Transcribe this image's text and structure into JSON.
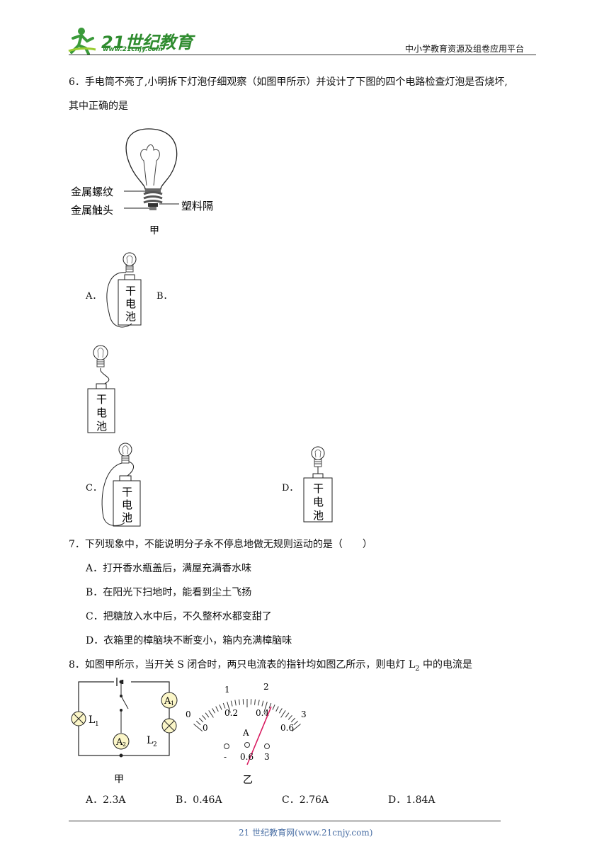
{
  "header": {
    "logo_text": "21世纪教育",
    "logo_url": "www.21cnjy.com",
    "platform": "中小学教育资源及组卷应用平台"
  },
  "q6": {
    "line1": "6．手电筒不亮了,小明拆下灯泡仔细观察（如图甲所示）并设计了下图的四个电路检查灯泡是否烧坏,",
    "line2": "其中正确的是",
    "figure": {
      "label_screw": "金属螺纹",
      "label_tip": "金属触头",
      "label_plastic": "塑料隔",
      "caption": "甲"
    },
    "battery_text": [
      "干",
      "电",
      "池"
    ],
    "options": {
      "A": "A．",
      "B": "B．",
      "C": "C．",
      "D": "D．"
    }
  },
  "q7": {
    "stem": "7．下列现象中，不能说明分子永不停息地做无规则运动的是（　　）",
    "options": [
      "A．打开香水瓶盖后，满屋充满香水味",
      "B．在阳光下扫地时，能看到尘土飞扬",
      "C．把糖放入水中后，不久整杯水都变甜了",
      "D．衣箱里的樟脑块不断变小，箱内充满樟脑味"
    ]
  },
  "q8": {
    "stem_a": "8．如图甲所示，当开关 S 闭合时，两只电流表的指针均如图乙所示，则电灯 L",
    "stem_sub": "2",
    "stem_b": " 中的电流是",
    "circuit": {
      "L1": "L",
      "L1_sub": "1",
      "L2": "L",
      "L2_sub": "2",
      "A1": "A",
      "A1_sub": "1",
      "A2": "A",
      "A2_sub": "2",
      "caption": "甲"
    },
    "meter": {
      "top_labels": [
        "0",
        "1",
        "2",
        "3"
      ],
      "bottom_labels": [
        "0",
        "0.2",
        "0.4",
        "0.6"
      ],
      "unit": "A",
      "terminals": [
        "-",
        "0.6",
        "3"
      ],
      "caption": "乙",
      "needle_color": "#d81b60"
    },
    "options": [
      "A．2.3A",
      "B．0.46A",
      "C．2.76A",
      "D．1.84A"
    ]
  },
  "footer": {
    "text": "21 世纪教育网(www.21cnjy.com)"
  }
}
